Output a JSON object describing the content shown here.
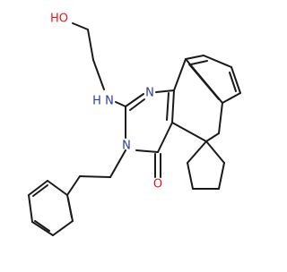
{
  "molecule": {
    "atom_labels": {
      "hydroxyl": "HO",
      "amine": "N",
      "amine_h": "H",
      "ring_n1": "N",
      "ring_n3": "N",
      "carbonyl_o": "O"
    },
    "colors": {
      "bond": "#1a1a1a",
      "carbon": "#1a1a1a",
      "nitrogen": "#2f3aa8",
      "oxygen": "#e8191b",
      "background": "#ffffff"
    }
  }
}
